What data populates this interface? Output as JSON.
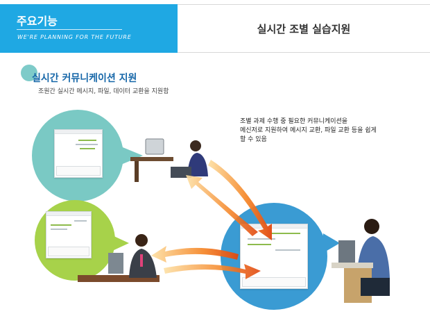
{
  "header": {
    "title": "주요기능",
    "tagline": "WE'RE PLANNING FOR THE FUTURE",
    "page_title": "실시간 조별 실습지원"
  },
  "section": {
    "title": "실시간 커뮤니케이션 지원",
    "subtitle": "조원간 실시간 메시지, 파일, 데이터 교환을 지원함"
  },
  "description": {
    "lines": [
      "조별 과제 수행 중 필요한 커뮤니케이션을",
      "메신저로 지원하여 메시지 교환, 파일 교환 등을  쉽게",
      "할 수 있음"
    ]
  },
  "colors": {
    "brand_blue": "#1fa8e3",
    "section_title": "#1566a8",
    "bubble_teal": "#7ac9c4",
    "bubble_green": "#a7d24a",
    "bubble_blue": "#3a9bd3",
    "arrow": "#f06a1c"
  }
}
